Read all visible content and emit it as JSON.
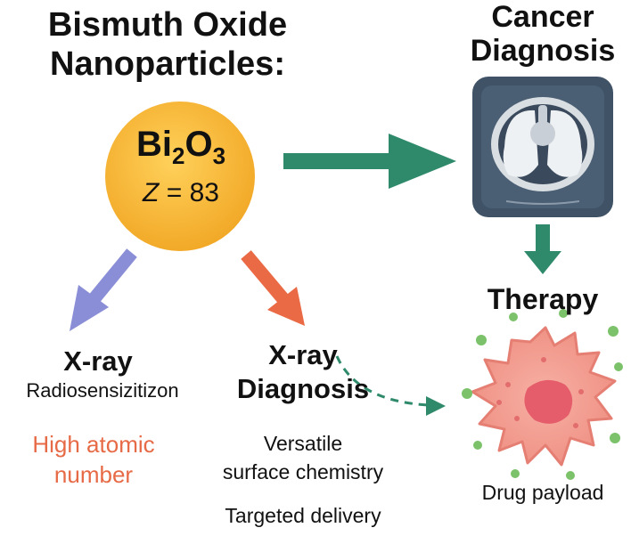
{
  "title_line1": "Bismuth Oxide",
  "title_line2": "Nanoparticles:",
  "formula": {
    "el1": "Bi",
    "sub1": "2",
    "el2": "O",
    "sub2": "3"
  },
  "z_label": "Z",
  "z_value": "= 83",
  "cancer_line1": "Cancer",
  "cancer_line2": "Diagnosis",
  "therapy": "Therapy",
  "left_branch": {
    "heading": "X-ray",
    "subheading": "Radiosensizitizon",
    "note_line1": "High atomic",
    "note_line2": "number"
  },
  "mid_branch": {
    "heading_line1": "X-ray",
    "heading_line2": "Diagnosis",
    "note1_line1": "Versatile",
    "note1_line2": "surface chemistry",
    "note2": "Targeted delivery"
  },
  "drug_payload": "Drug payload",
  "colors": {
    "nanoparticle": "#f6b733",
    "teal_arrow": "#2f8a6c",
    "blue_arrow": "#8a8ed6",
    "orange_arrow": "#ea6a45",
    "note_orange": "#e76a46",
    "ct_frame": "#3f5266",
    "cell": "#f49b8f"
  }
}
